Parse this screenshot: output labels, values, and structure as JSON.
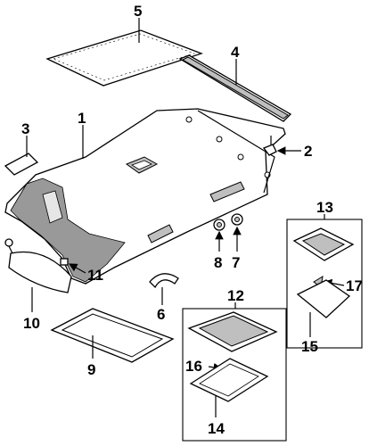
{
  "parts": [
    {
      "id": "1",
      "label": "1"
    },
    {
      "id": "2",
      "label": "2"
    },
    {
      "id": "3",
      "label": "3"
    },
    {
      "id": "4",
      "label": "4"
    },
    {
      "id": "5",
      "label": "5"
    },
    {
      "id": "6",
      "label": "6"
    },
    {
      "id": "7",
      "label": "7"
    },
    {
      "id": "8",
      "label": "8"
    },
    {
      "id": "9",
      "label": "9"
    },
    {
      "id": "10",
      "label": "10"
    },
    {
      "id": "11",
      "label": "11"
    },
    {
      "id": "12",
      "label": "12"
    },
    {
      "id": "13",
      "label": "13"
    },
    {
      "id": "14",
      "label": "14"
    },
    {
      "id": "15",
      "label": "15"
    },
    {
      "id": "16",
      "label": "16"
    },
    {
      "id": "17",
      "label": "17"
    }
  ]
}
